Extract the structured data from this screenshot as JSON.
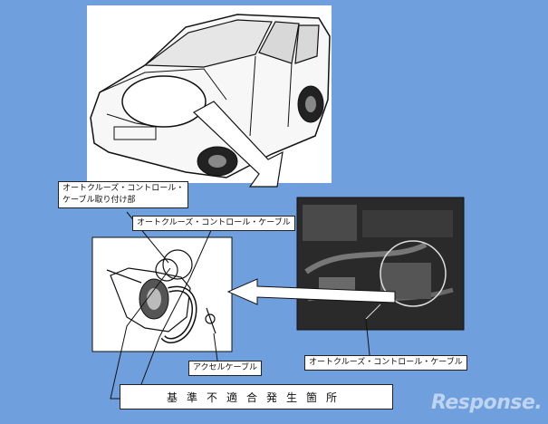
{
  "labels": {
    "mount_label": "オートクルーズ・コントロール・ケーブル取り付け部",
    "mount_label_line1": "オートクルーズ・コントロール・",
    "mount_label_line2": "ケーブル取り付け部",
    "cable_label_diagram": "オートクルーズ・コントロール・ケーブル",
    "accel_cable_label": "アクセルケーブル",
    "cable_label_photo": "オートクルーズ・コントロール・ケーブル",
    "defect_location_title": "基準不適合発生箇所"
  },
  "watermark": "Response.",
  "colors": {
    "background": "#6f9fdd",
    "panel": "#ffffff",
    "line": "#111111"
  }
}
